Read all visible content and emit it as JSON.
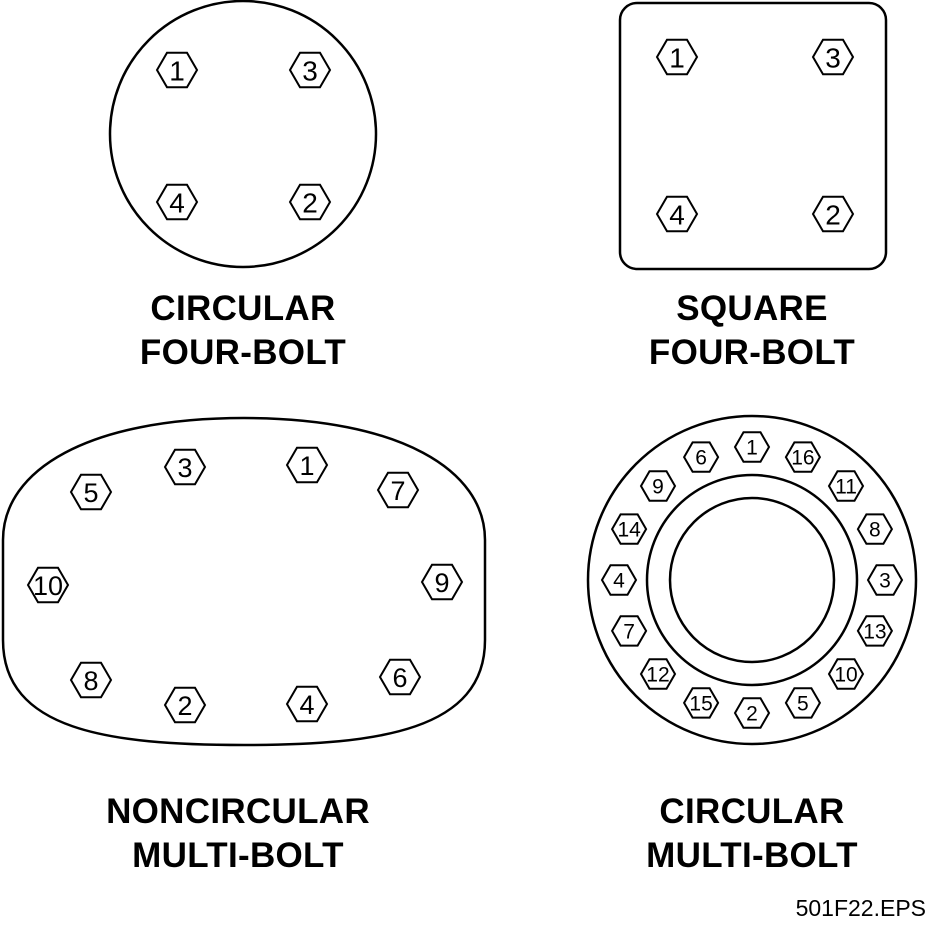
{
  "panels": [
    {
      "line1": "CIRCULAR",
      "line2": "FOUR-BOLT",
      "bolts": [
        "1",
        "3",
        "4",
        "2"
      ]
    },
    {
      "line1": "SQUARE",
      "line2": "FOUR-BOLT",
      "bolts": [
        "1",
        "3",
        "4",
        "2"
      ]
    },
    {
      "line1": "NONCIRCULAR",
      "line2": "MULTI-BOLT",
      "bolts": [
        "5",
        "3",
        "1",
        "7",
        "10",
        "9",
        "8",
        "2",
        "4",
        "6"
      ]
    },
    {
      "line1": "CIRCULAR",
      "line2": "MULTI-BOLT",
      "bolts": [
        "1",
        "16",
        "11",
        "8",
        "3",
        "13",
        "10",
        "5",
        "2",
        "15",
        "12",
        "7",
        "4",
        "14",
        "9",
        "6"
      ]
    }
  ],
  "file_code": "501F22.EPS"
}
